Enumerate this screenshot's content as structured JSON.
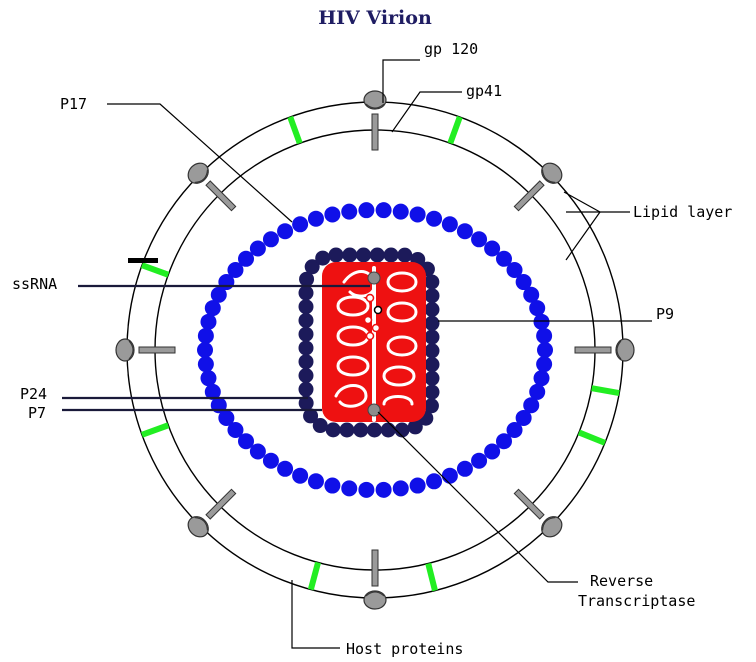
{
  "title": "HIV Virion",
  "labels": {
    "gp120": "gp 120",
    "gp41": "gp41",
    "p17": "P17",
    "lipid_layer": "Lipid layer",
    "ssrna": "ssRNA",
    "p9": "P9",
    "p24": "P24",
    "p7": "P7",
    "reverse_transcriptase_line1": "Reverse",
    "reverse_transcriptase_line2": "Transcriptase",
    "host_proteins": "Host proteins"
  },
  "colors": {
    "matrix_p17": "#1010e8",
    "capsid_p24": "#1c1a5a",
    "rna": "#ee1111",
    "host_protein": "#22ee22",
    "host_protein_dark": "#000000",
    "spike": "#9a9a9a",
    "membrane": "#000000",
    "title": "#1f1d63"
  },
  "icons": [
    "glycoprotein-spike-icon",
    "host-protein-marker-icon",
    "rna-strand-icon",
    "reverse-transcriptase-icon"
  ]
}
